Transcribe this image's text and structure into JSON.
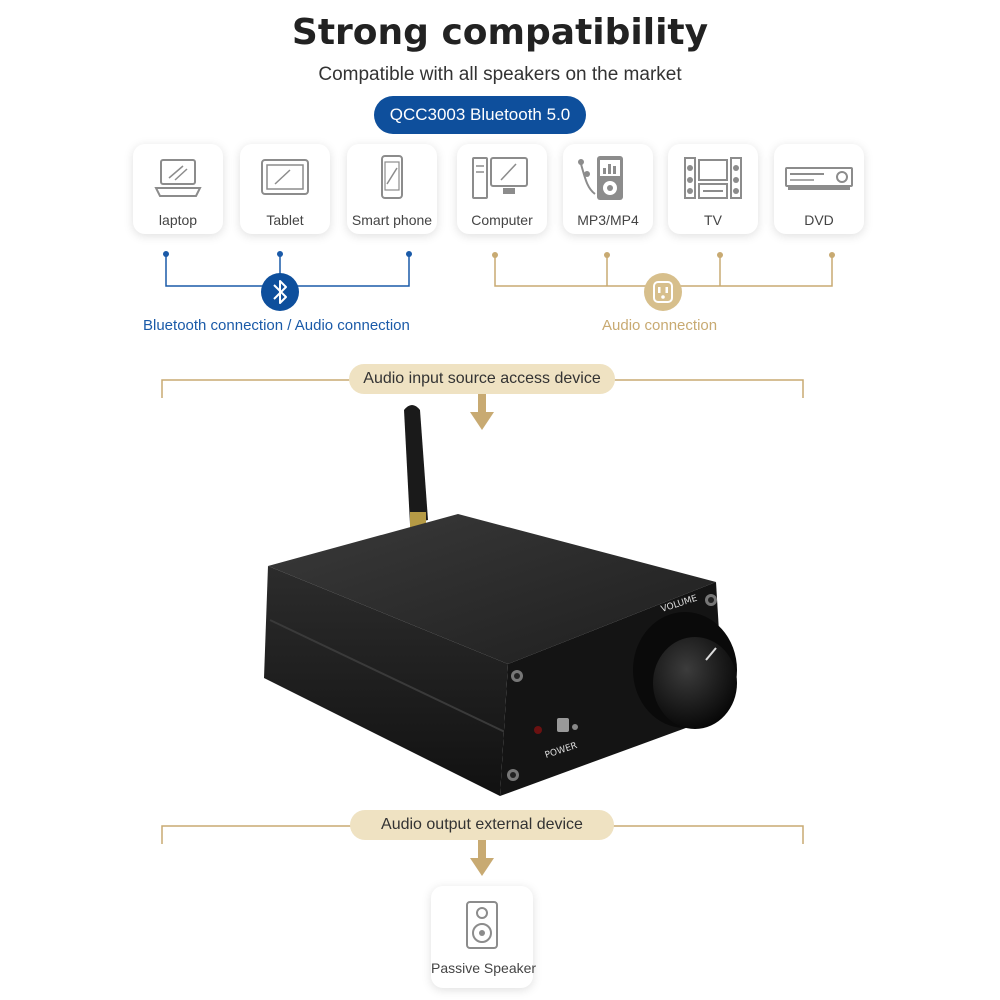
{
  "title": "Strong compatibility",
  "subtitle": "Compatible with all speakers on the market",
  "chip": "QCC3003 Bluetooth 5.0",
  "devices": [
    {
      "label": "laptop",
      "icon": "laptop-icon"
    },
    {
      "label": "Tablet",
      "icon": "tablet-icon"
    },
    {
      "label": "Smart phone",
      "icon": "smartphone-icon"
    },
    {
      "label": "Computer",
      "icon": "computer-icon"
    },
    {
      "label": "MP3/MP4",
      "icon": "mp3-player-icon"
    },
    {
      "label": "TV",
      "icon": "tv-icon"
    },
    {
      "label": "DVD",
      "icon": "dvd-player-icon"
    }
  ],
  "bluetooth_connection": "Bluetooth connection / Audio connection",
  "audio_connection": "Audio connection",
  "input_label": "Audio input source access device",
  "output_label": "Audio output external device",
  "product": {
    "volume_label": "VOLUME",
    "power_label": "POWER"
  },
  "speaker_label": "Passive Speaker",
  "colors": {
    "blue": "#0e4f9c",
    "gold": "#c8aa72",
    "gold_pill": "#efe2c2",
    "icon_gray": "#8c8c8c"
  }
}
